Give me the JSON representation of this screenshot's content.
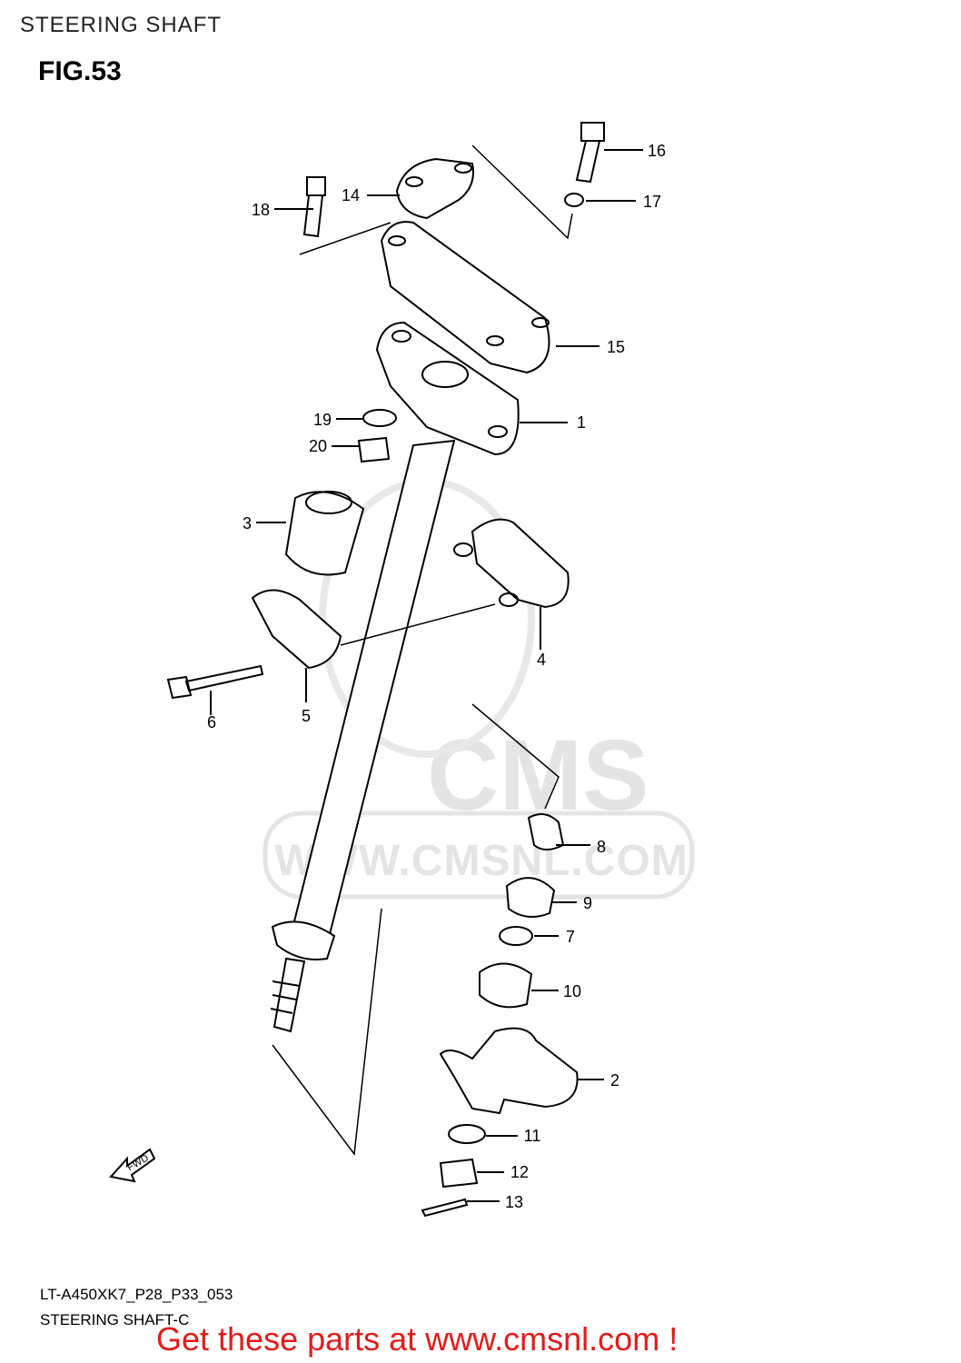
{
  "header": {
    "title": "STEERING SHAFT",
    "figure": "FIG.53"
  },
  "watermark": {
    "logo": "CMS",
    "url": "WWW.CMSNL.COM"
  },
  "callouts": [
    {
      "id": "1",
      "label": "1"
    },
    {
      "id": "2",
      "label": "2"
    },
    {
      "id": "3",
      "label": "3"
    },
    {
      "id": "4",
      "label": "4"
    },
    {
      "id": "5",
      "label": "5"
    },
    {
      "id": "6",
      "label": "6"
    },
    {
      "id": "7",
      "label": "7"
    },
    {
      "id": "8",
      "label": "8"
    },
    {
      "id": "9",
      "label": "9"
    },
    {
      "id": "10",
      "label": "10"
    },
    {
      "id": "11",
      "label": "11"
    },
    {
      "id": "12",
      "label": "12"
    },
    {
      "id": "13",
      "label": "13"
    },
    {
      "id": "14",
      "label": "14"
    },
    {
      "id": "15",
      "label": "15"
    },
    {
      "id": "16",
      "label": "16"
    },
    {
      "id": "17",
      "label": "17"
    },
    {
      "id": "18",
      "label": "18"
    },
    {
      "id": "19",
      "label": "19"
    },
    {
      "id": "20",
      "label": "20"
    }
  ],
  "direction_marker": "FWD",
  "footer": {
    "model_code": "LT-A450XK7_P28_P33_053",
    "diagram_name": "STEERING SHAFT-C"
  },
  "banner": {
    "text": "Get these parts at www.cmsnl.com !",
    "color": "#e31b1b"
  }
}
